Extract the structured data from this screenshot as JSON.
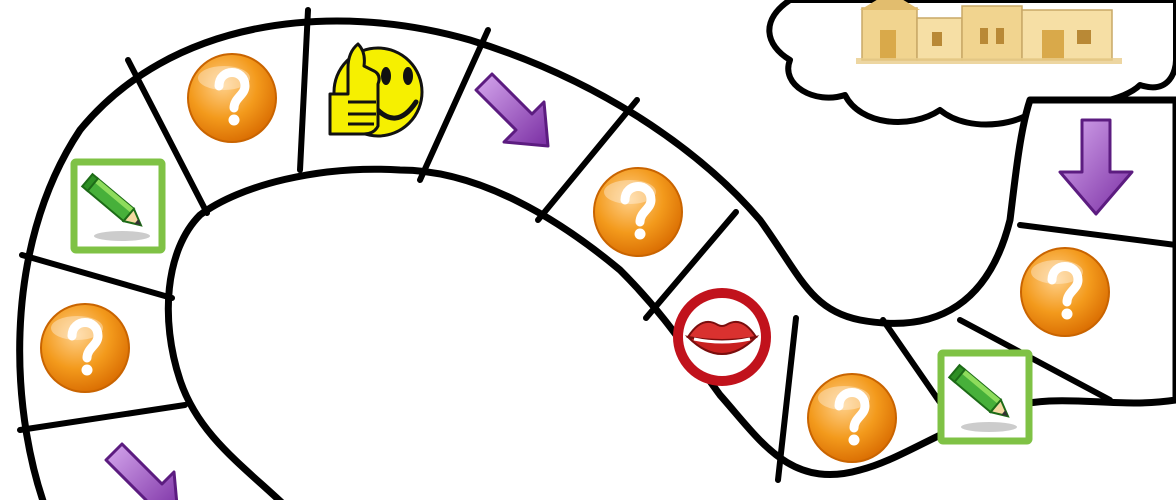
{
  "board": {
    "colors": {
      "path_outline": "#000000",
      "path_fill": "#ffffff",
      "question_orange": "#f39a1c",
      "question_dark": "#d86a00",
      "arrow_purple": "#8a3bb0",
      "arrow_light": "#c393df",
      "pencil_frame": "#7fc245",
      "pencil_green": "#47b03a",
      "smiley_yellow": "#f6f000",
      "lips_ring": "#c1121c",
      "lips_red": "#d9312f",
      "house_tan": "#f1d48f"
    },
    "question_glyph": "?",
    "squares": [
      {
        "kind": "question",
        "icon": "question-mark-icon"
      },
      {
        "kind": "thumbs-up",
        "icon": "thumbs-up-smiley-icon"
      },
      {
        "kind": "arrow",
        "icon": "purple-arrow-down-right-icon"
      },
      {
        "kind": "question",
        "icon": "question-mark-icon"
      },
      {
        "kind": "speak",
        "icon": "lips-icon"
      },
      {
        "kind": "question",
        "icon": "question-mark-icon"
      },
      {
        "kind": "write",
        "icon": "pencil-icon"
      },
      {
        "kind": "question",
        "icon": "question-mark-icon"
      },
      {
        "kind": "arrow",
        "icon": "purple-arrow-down-icon"
      },
      {
        "kind": "write",
        "icon": "pencil-icon"
      },
      {
        "kind": "question",
        "icon": "question-mark-icon"
      },
      {
        "kind": "arrow",
        "icon": "purple-arrow-down-right-icon"
      }
    ],
    "goal": {
      "kind": "finish",
      "icon": "house-in-cloud-icon"
    }
  }
}
